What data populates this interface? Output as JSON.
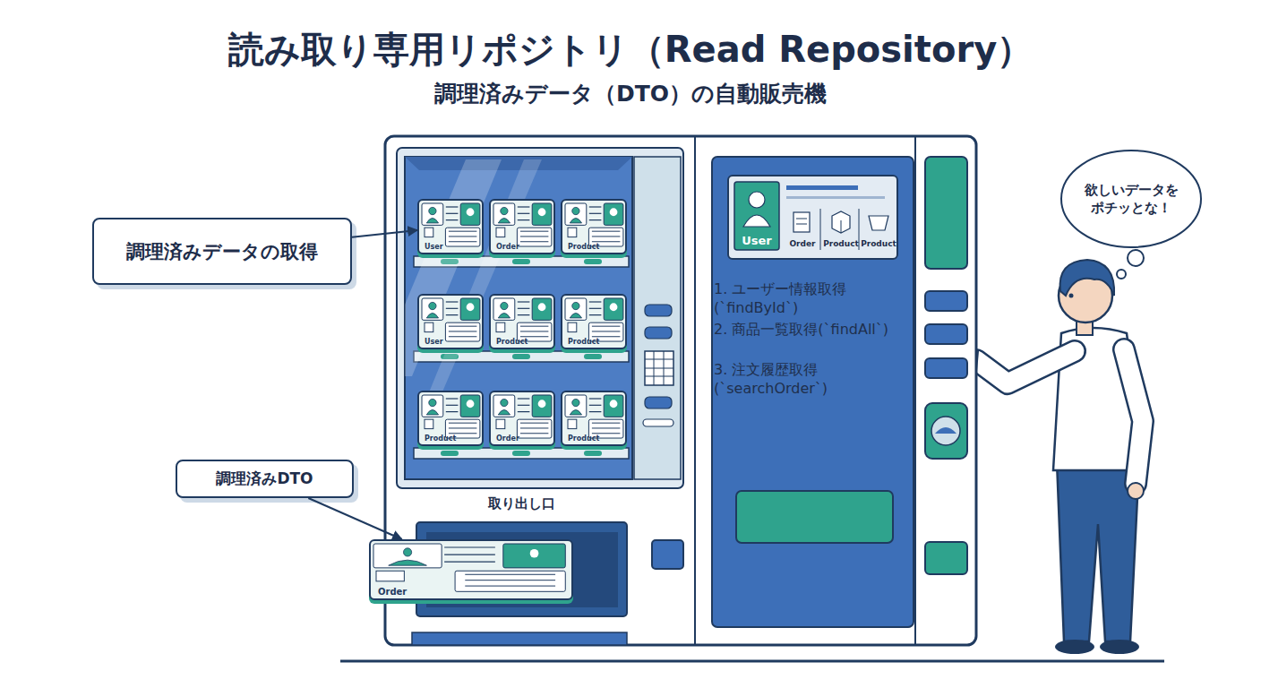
{
  "diagram": {
    "title": "読み取り専用リポジトリ（Read Repository）",
    "caption": "調理済みデータ（DTO）の自動販売機",
    "nodes": [
      {
        "text": [
          "調理済みデータの取得"
        ]
      },
      {
        "text": [
          "調理済みDTO"
        ]
      },
      {
        "text": [
          "取り出し口"
        ]
      },
      {
        "text": [
          "User"
        ],
        "in": 2
      },
      {
        "text": [
          "Order"
        ],
        "in": 2
      },
      {
        "text": [
          "Product"
        ],
        "in": 2
      },
      {
        "text": [
          "User"
        ],
        "in": 2
      },
      {
        "text": [
          "Product"
        ],
        "in": 2
      },
      {
        "text": [
          "Product"
        ],
        "in": 2
      },
      {
        "text": [
          "Product"
        ],
        "in": 2
      },
      {
        "text": [
          "Order"
        ],
        "in": 2
      },
      {
        "text": [
          "Product"
        ],
        "in": 2
      },
      {
        "text": [
          "Order"
        ],
        "in": 2
      },
      {
        "text": [
          "User",
          "Order",
          "Product",
          "Product"
        ],
        "in": 2
      },
      {
        "text": [
          "1. ユーザー情報取得(`findById`)"
        ],
        "in": 2
      },
      {
        "text": [
          "2. 商品一覧取得(`findAll`)"
        ],
        "in": 2
      },
      {
        "text": [
          "3. 注文履歴取得(`searchOrder`)"
        ],
        "in": 2
      },
      {
        "text": [
          "欲しいデータを ポチッとな！"
        ]
      }
    ],
    "edges": [
      {
        "from": 0,
        "to": 3,
        "arrow": "to"
      },
      {
        "from": 1,
        "to": 12,
        "arrow": "to"
      }
    ]
  }
}
